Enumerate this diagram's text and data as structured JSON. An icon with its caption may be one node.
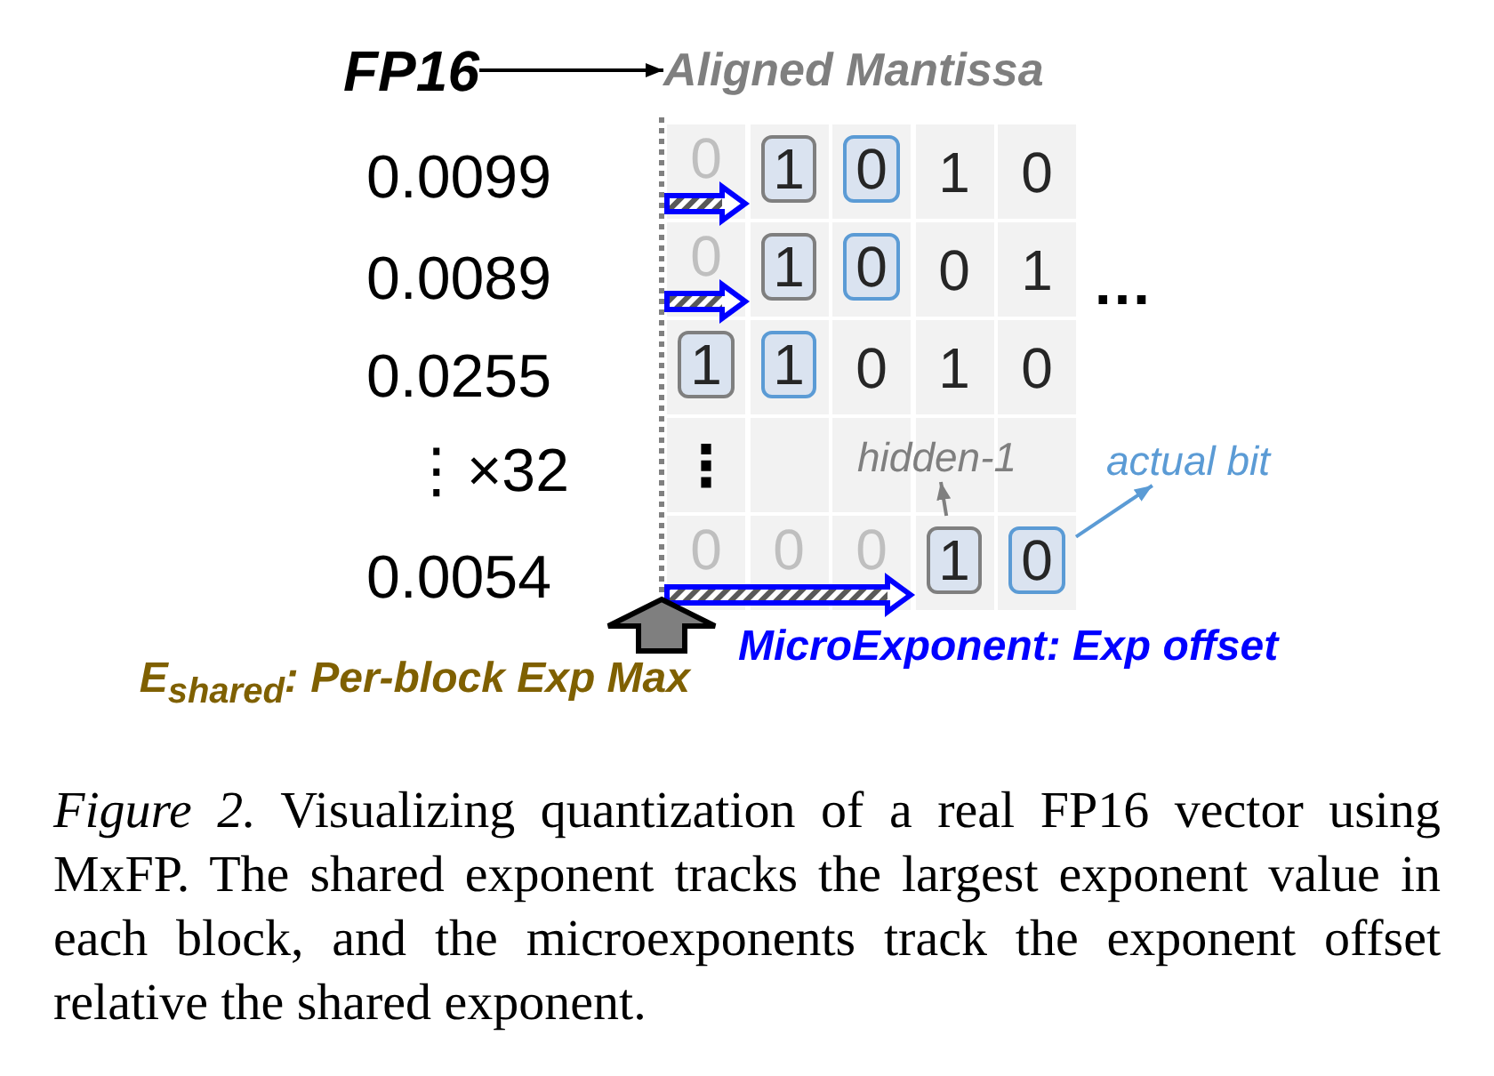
{
  "diagram": {
    "nodes": [
      {
        "text": [
          "FP16"
        ]
      },
      {
        "text": [
          "Aligned Mantissa"
        ]
      },
      {
        "text": [
          "0"
        ]
      },
      {
        "text": [
          "1"
        ]
      },
      {
        "text": [
          "0"
        ]
      },
      {
        "text": [
          "1"
        ]
      },
      {
        "text": [
          "0"
        ]
      },
      {
        "text": [
          "0"
        ]
      },
      {
        "text": [
          "1"
        ]
      },
      {
        "text": [
          "0"
        ]
      },
      {
        "text": [
          "0"
        ]
      },
      {
        "text": [
          "1"
        ]
      },
      {
        "text": [
          "1"
        ]
      },
      {
        "text": [
          "1"
        ]
      },
      {
        "text": [
          "0"
        ]
      },
      {
        "text": [
          "1"
        ]
      },
      {
        "text": [
          "0"
        ]
      },
      {
        "text": [
          "⋮"
        ]
      },
      {
        "text": [],
        "shape": "box"
      },
      {
        "text": [],
        "shape": "box"
      },
      {
        "text": [],
        "shape": "box"
      },
      {
        "text": [],
        "shape": "box"
      },
      {
        "text": [
          "hidden-1"
        ]
      },
      {
        "text": [
          "actual bit"
        ]
      },
      {
        "text": [
          "0"
        ]
      },
      {
        "text": [
          "0"
        ]
      },
      {
        "text": [
          "0"
        ]
      },
      {
        "text": [
          "1"
        ]
      },
      {
        "text": [
          "0"
        ]
      }
    ],
    "edges": [
      {
        "from": 0,
        "to": 1,
        "arrow": "to"
      },
      {
        "from": 27,
        "to": 22,
        "arrow": "to",
        "color": "#7f7f7f"
      },
      {
        "from": 28,
        "to": 23,
        "arrow": "to",
        "color": "#5b9bd5"
      }
    ],
    "labels": [
      "0.0099",
      "0.0089",
      "…",
      "0.0255",
      "⋮×32",
      "0.0054",
      "E$_{shared}$: Per-block Exp Max",
      "MicroExponent: Exp offset"
    ],
    "caption": "*Figure 2.* Visualizing quantization of a real FP16 vector using MxFP. The shared exponent tracks the largest exponent value in each block, and the microexponents track the exponent offset relative the shared exponent."
  }
}
